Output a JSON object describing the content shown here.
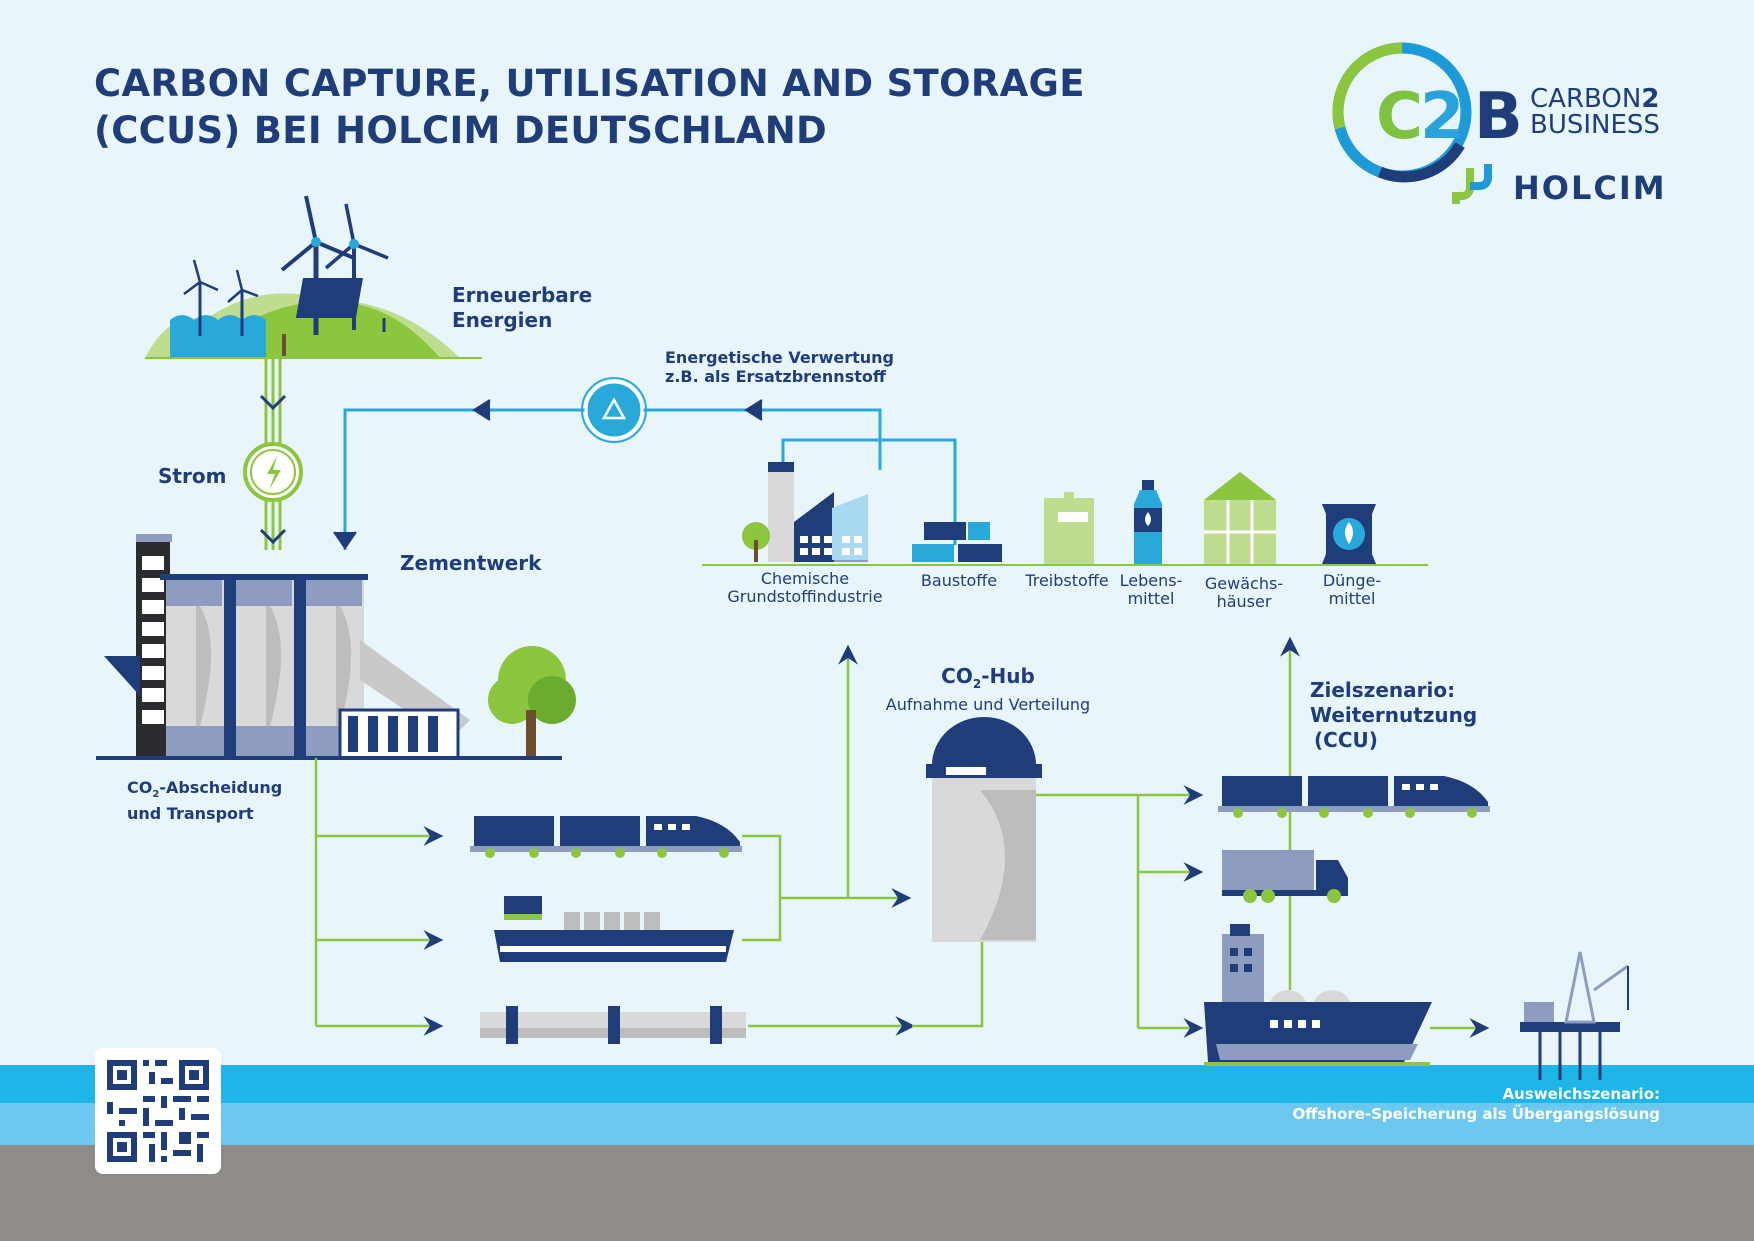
{
  "title": {
    "line1": "CARBON CAPTURE, UTILISATION AND STORAGE",
    "line2": "(CCUS) BEI HOLCIM DEUTSCHLAND"
  },
  "logo": {
    "c2b_mark": "C2B",
    "carbon": "CARBON",
    "two": "2",
    "business": "BUSINESS",
    "holcim": "HOLCIM"
  },
  "labels": {
    "renewables_line1": "Erneuerbare",
    "renewables_line2": "Energien",
    "strom": "Strom",
    "zementwerk": "Zementwerk",
    "energy_recovery_line1": "Energetische Verwertung",
    "energy_recovery_line2": "z.B. als Ersatzbrennstoff",
    "capture_line1_pre": "CO",
    "capture_line1_sub": "2",
    "capture_line1_post": "-Abscheidung",
    "capture_line2": "und Transport",
    "hub_pre": "CO",
    "hub_sub": "2",
    "hub_post": "-Hub",
    "hub_sub_label": "Aufnahme und Verteilung",
    "target_line1": "Zielszenario:",
    "target_line2": "Weiternutzung",
    "target_line3": "(CCU)",
    "fallback_line1": "Ausweichszenario:",
    "fallback_line2": "Offshore-Speicherung als Übergangslösung"
  },
  "products": [
    {
      "line1": "Chemische",
      "line2": "Grundstoffindustrie"
    },
    {
      "line1": "Baustoffe",
      "line2": ""
    },
    {
      "line1": "Treibstoffe",
      "line2": ""
    },
    {
      "line1": "Lebens-",
      "line2": "mittel"
    },
    {
      "line1": "Gewächs-",
      "line2": "häuser"
    },
    {
      "line1": "Dünge-",
      "line2": "mittel"
    }
  ],
  "colors": {
    "navy": "#1f3d78",
    "green": "#8cc63f",
    "cyan": "#29a9d9",
    "sea": "#1fb5e8",
    "ground": "#8d8d8d"
  }
}
